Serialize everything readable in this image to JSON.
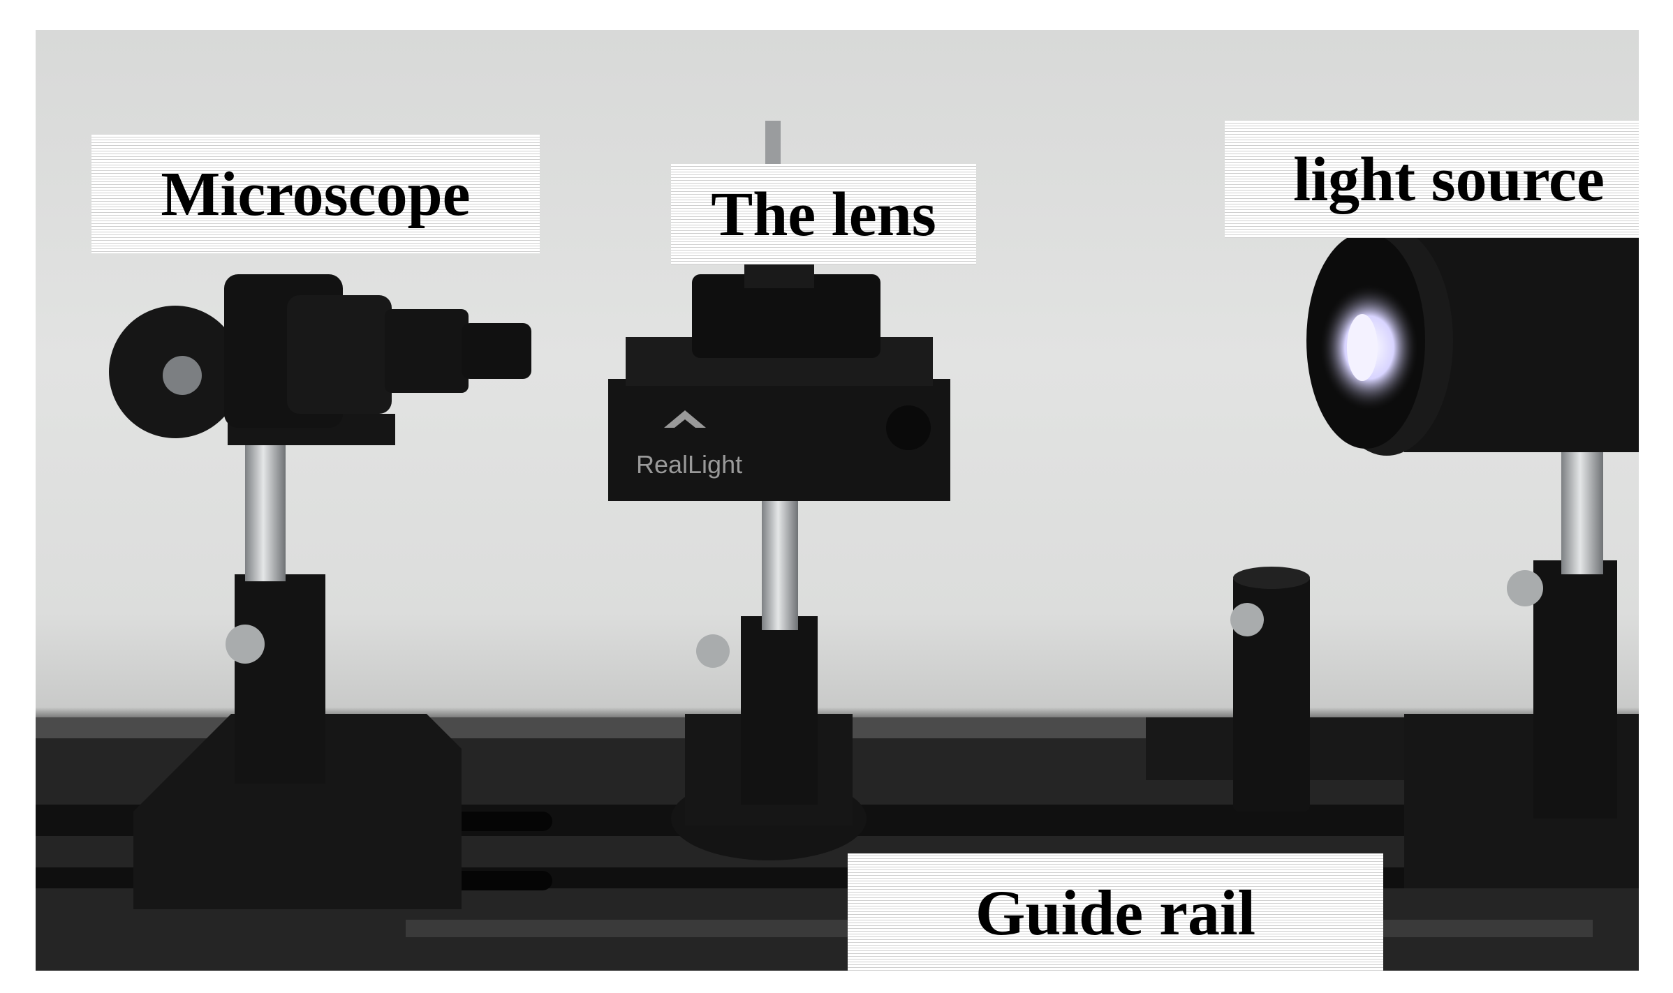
{
  "labels": {
    "microscope": "Microscope",
    "lens": "The lens",
    "light_source": "light source",
    "guide_rail": "Guide rail"
  },
  "brand": "RealLight",
  "colors": {
    "wall": "#dedfde",
    "rail": "#1c1c1c",
    "hardware": "#141414",
    "post": "#b9bcbd",
    "light": "#f4f2ff"
  }
}
